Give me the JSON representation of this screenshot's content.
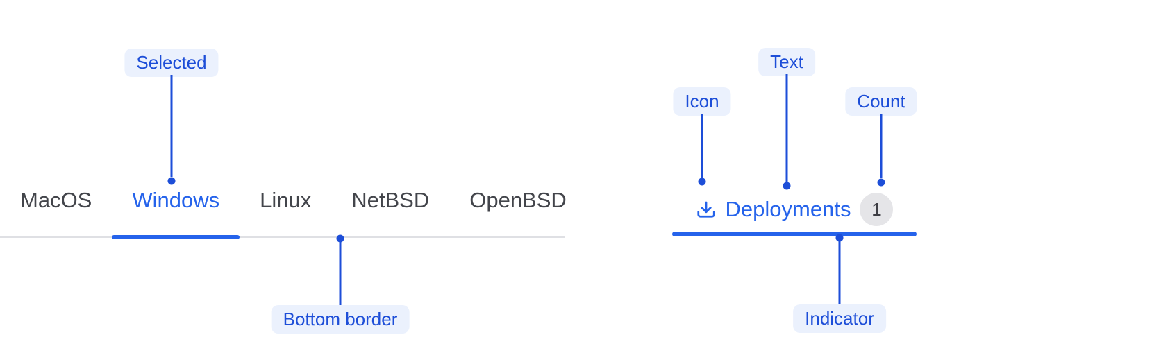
{
  "example_tabs": {
    "items": [
      {
        "label": "MacOS"
      },
      {
        "label": "Windows"
      },
      {
        "label": "Linux"
      },
      {
        "label": "NetBSD"
      },
      {
        "label": "OpenBSD"
      }
    ],
    "selected_label": "Windows"
  },
  "anatomy_tab": {
    "icon": "download-icon",
    "label": "Deployments",
    "count": "1"
  },
  "callouts": {
    "selected": "Selected",
    "bottom_border": "Bottom border",
    "icon": "Icon",
    "text": "Text",
    "count": "Count",
    "indicator": "Indicator"
  },
  "colors": {
    "accent_blue": "#2563EB",
    "annotation_blue": "#1D4ED8",
    "callout_pill_bg": "#EBF1FD",
    "tab_text": "#43454B",
    "tabbar_border": "#DFE0E4",
    "count_badge_bg": "#E5E5E8",
    "count_badge_text": "#3E3E44"
  }
}
